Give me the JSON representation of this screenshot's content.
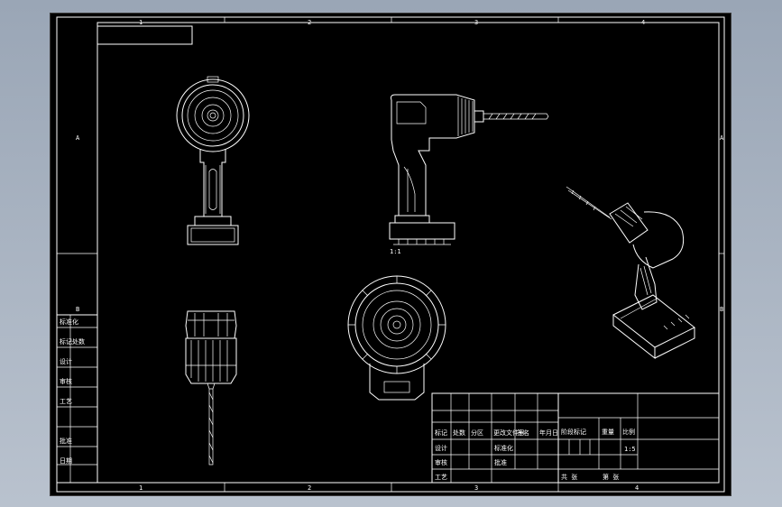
{
  "zones": {
    "top": [
      "1",
      "2",
      "3",
      "4"
    ],
    "bottom": [
      "1",
      "2",
      "3",
      "4"
    ],
    "left": [
      "A",
      "B"
    ],
    "right": [
      "A",
      "B"
    ]
  },
  "view_scale": "1:1",
  "left_table": [
    "标准化",
    "标记处数",
    "设计",
    "审核",
    "工艺",
    "批准",
    "日期"
  ],
  "title_block": {
    "cells": [
      "标记",
      "处数",
      "分区",
      "更改文件号",
      "签名",
      "年月日"
    ],
    "sheet_label": "阶段标记",
    "weight_label": "重量",
    "scale_label": "比例",
    "scale": "1:5",
    "sheets": "共 张",
    "sheet_no": "第 张",
    "design_label": "设计",
    "std_label": "标准化",
    "review_label": "审核",
    "process_label": "工艺",
    "approve_label": "批准"
  }
}
